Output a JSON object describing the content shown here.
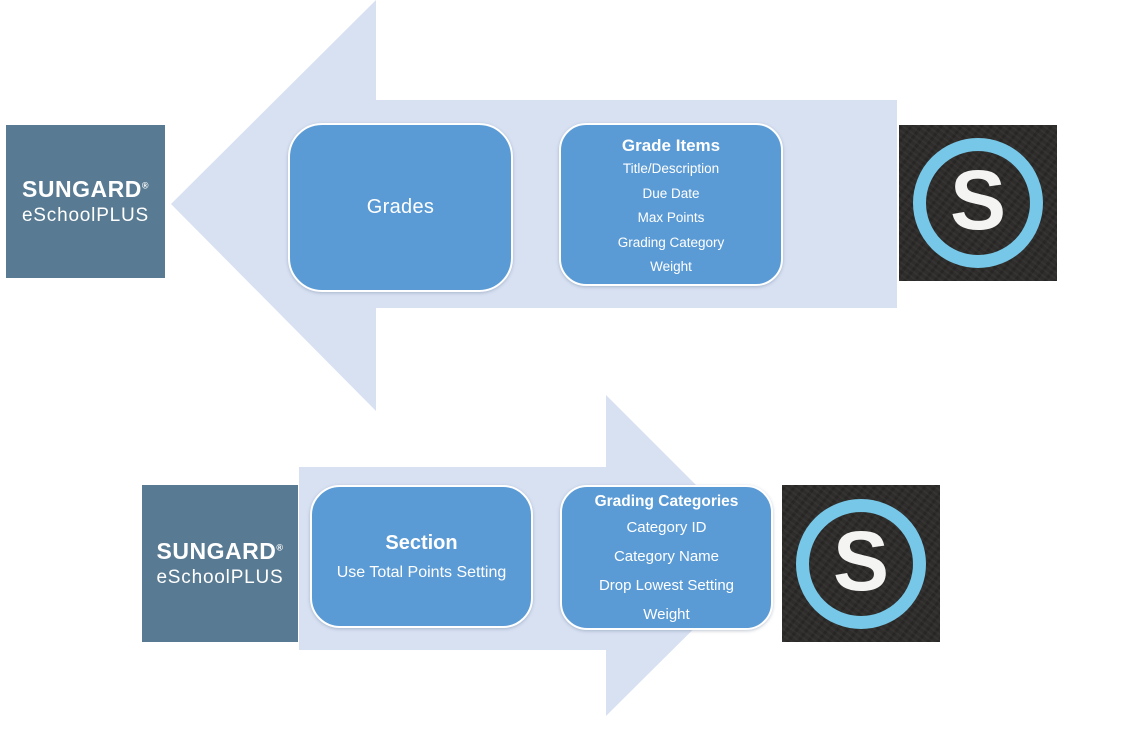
{
  "colors": {
    "background": "#ffffff",
    "arrow_fill": "#d7e1f2",
    "box_fill": "#5b9bd5",
    "box_border": "#ffffff",
    "sungard_bg": "#587a92",
    "sungard_text": "#ffffff",
    "schoology_bg": "#2e2d2b",
    "schoology_ring": "#76c7e8",
    "schoology_letter": "#f4f4f2"
  },
  "sungard": {
    "brand": "SUNGARD",
    "registered": "®",
    "product": "eSchoolPLUS"
  },
  "schoology": {
    "letter": "S"
  },
  "top_flow": {
    "direction": "right-to-left",
    "grades_box": {
      "title": "Grades"
    },
    "grade_items_box": {
      "title": "Grade Items",
      "items": [
        "Title/Description",
        "Due Date",
        "Max Points",
        "Grading Category",
        "Weight"
      ]
    }
  },
  "bottom_flow": {
    "direction": "left-to-right",
    "section_box": {
      "title": "Section",
      "subtitle": "Use Total Points Setting"
    },
    "grading_categories_box": {
      "title": "Grading Categories",
      "items": [
        "Category ID",
        "Category Name",
        "Drop Lowest Setting",
        "Weight"
      ]
    }
  }
}
